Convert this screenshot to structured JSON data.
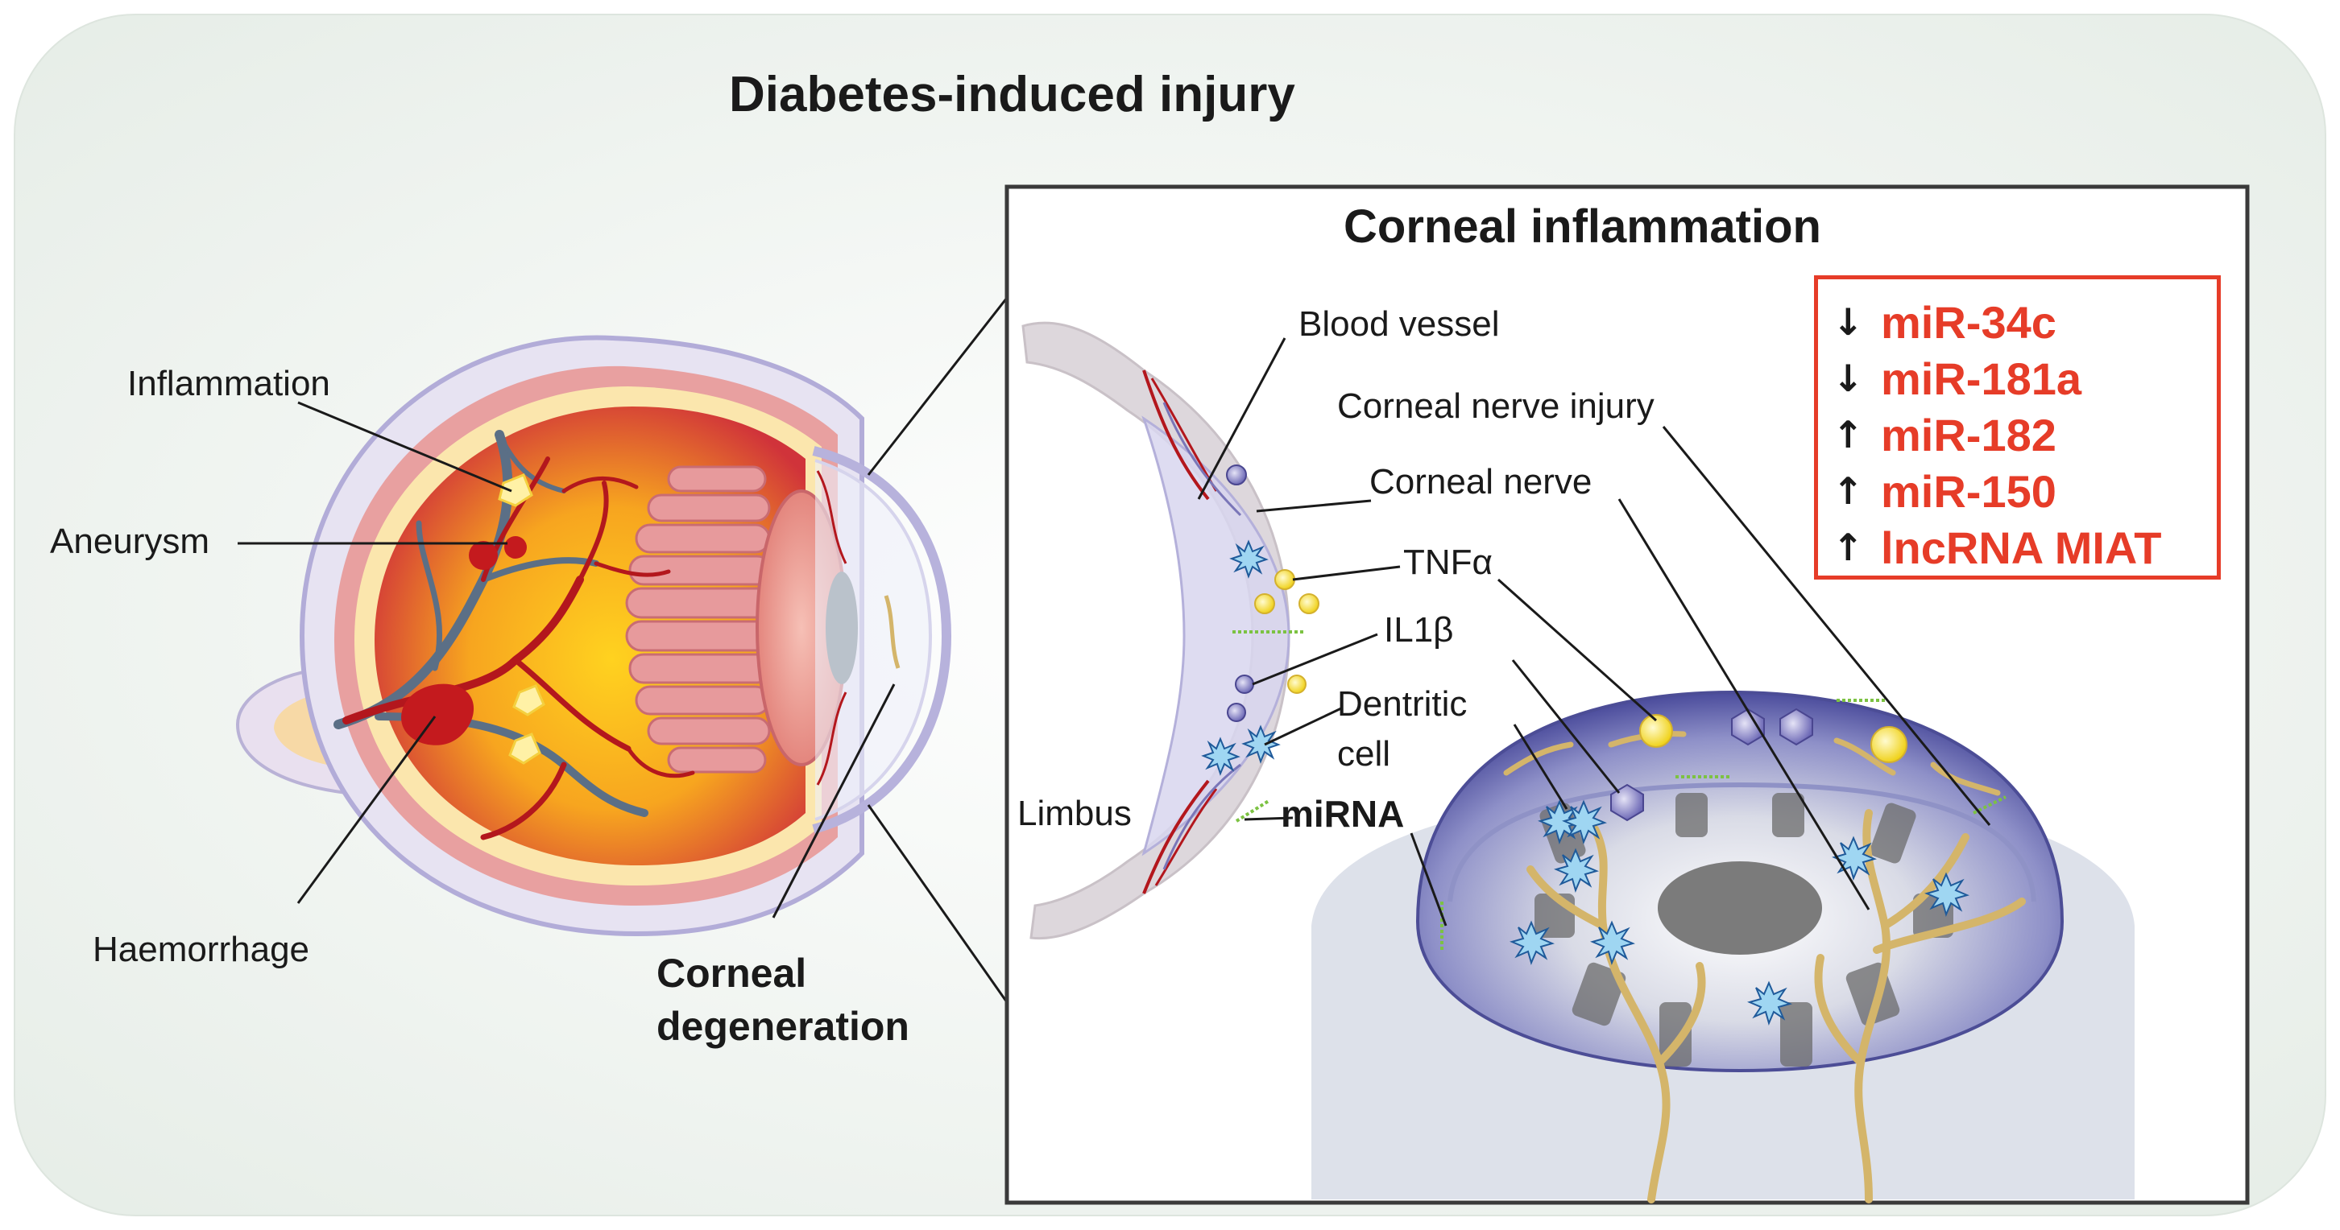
{
  "titles": {
    "main": "Diabetes-induced injury",
    "inset": "Corneal inflammation"
  },
  "eye_labels": {
    "inflammation": "Inflammation",
    "aneurysm": "Aneurysm",
    "haemorrhage": "Haemorrhage",
    "corneal_degeneration_line1": "Corneal",
    "corneal_degeneration_line2": "degeneration"
  },
  "cornea_labels": {
    "blood_vessel": "Blood vessel",
    "corneal_nerve_injury": "Corneal nerve injury",
    "corneal_nerve": "Corneal nerve",
    "tnf": "TNFα",
    "il1b": "IL1β",
    "dendritic_line1": "Dentritic",
    "dendritic_line2": "cell",
    "limbus": "Limbus",
    "mirna": "miRNA"
  },
  "regulation": [
    {
      "direction": "down",
      "arrow": "↓",
      "name": "miR-34c"
    },
    {
      "direction": "down",
      "arrow": "↓",
      "name": "miR-181a"
    },
    {
      "direction": "up",
      "arrow": "↑",
      "name": "miR-182"
    },
    {
      "direction": "up",
      "arrow": "↑",
      "name": "miR-150"
    },
    {
      "direction": "up",
      "arrow": "↑",
      "name": "lncRNA MIAT"
    }
  ],
  "colors": {
    "highlight": "#e63c28",
    "background_panel": "#eef3ef",
    "sclera": "#e8d3e0",
    "retina": "#f5a623",
    "vessel": "#c4161c",
    "cornea_dome": "#6e6fb8",
    "nerve": "#d4b56a"
  }
}
